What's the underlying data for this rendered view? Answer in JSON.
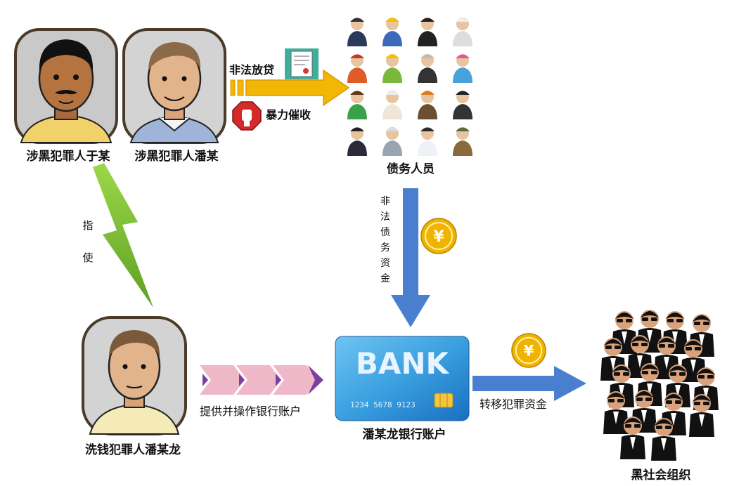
{
  "persons": {
    "yu": "涉黑犯罪人于某",
    "pan": "涉黑犯罪人潘某",
    "panlong": "洗钱犯罪人潘某龙"
  },
  "flows": {
    "illegal_loan": "非法放贷",
    "violent_collection": "暴力催收",
    "instigate": "指使",
    "illegal_debt_funds": "非法债务资金",
    "provide_account": "提供并操作银行账户",
    "transfer_funds": "转移犯罪资金"
  },
  "nodes": {
    "debtors": "债务人员",
    "bank_account": "潘某龙银行账户",
    "gang": "黑社会组织"
  },
  "bank_card": {
    "brand": "BANK",
    "number": "1234 5678 9123"
  },
  "coin_symbol": "¥",
  "colors": {
    "yellow_arrow": "#f2b705",
    "blue_arrow": "#4a7fd0",
    "green_bolt": "#7ec43a",
    "pink_chevron": "#efb8c8",
    "purple_tip": "#7a3fa0",
    "card_blue": "#3aa0e0",
    "coin_gold": "#f0b400",
    "fist_red": "#d42a2a"
  }
}
